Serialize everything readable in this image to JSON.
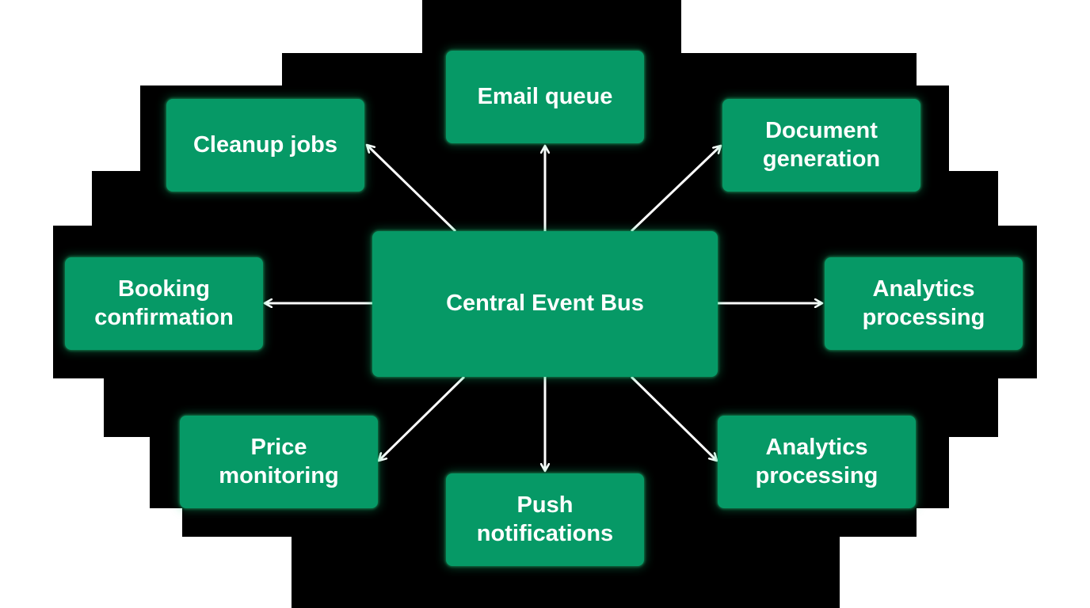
{
  "colors": {
    "background": "#ffffff",
    "panel": "#000000",
    "node_fill": "#069966",
    "node_text": "#ffffff",
    "arrow": "#ffffff"
  },
  "diagram": {
    "center": {
      "label": "Central Event Bus"
    },
    "nodes": [
      {
        "id": "email-queue",
        "label": "Email queue"
      },
      {
        "id": "cleanup-jobs",
        "label": "Cleanup jobs"
      },
      {
        "id": "document-generation",
        "label": "Document\ngeneration"
      },
      {
        "id": "booking-confirmation",
        "label": "Booking\nconfirmation"
      },
      {
        "id": "analytics-processing-right",
        "label": "Analytics\nprocessing"
      },
      {
        "id": "price-monitoring",
        "label": "Price\nmonitoring"
      },
      {
        "id": "push-notifications",
        "label": "Push\nnotifications"
      },
      {
        "id": "analytics-processing-bottom-right",
        "label": "Analytics\nprocessing"
      }
    ],
    "edges": [
      {
        "from": "center",
        "to": "email-queue"
      },
      {
        "from": "center",
        "to": "cleanup-jobs"
      },
      {
        "from": "center",
        "to": "document-generation"
      },
      {
        "from": "center",
        "to": "booking-confirmation"
      },
      {
        "from": "center",
        "to": "analytics-processing-right"
      },
      {
        "from": "center",
        "to": "price-monitoring"
      },
      {
        "from": "center",
        "to": "push-notifications"
      },
      {
        "from": "center",
        "to": "analytics-processing-bottom-right"
      }
    ]
  }
}
